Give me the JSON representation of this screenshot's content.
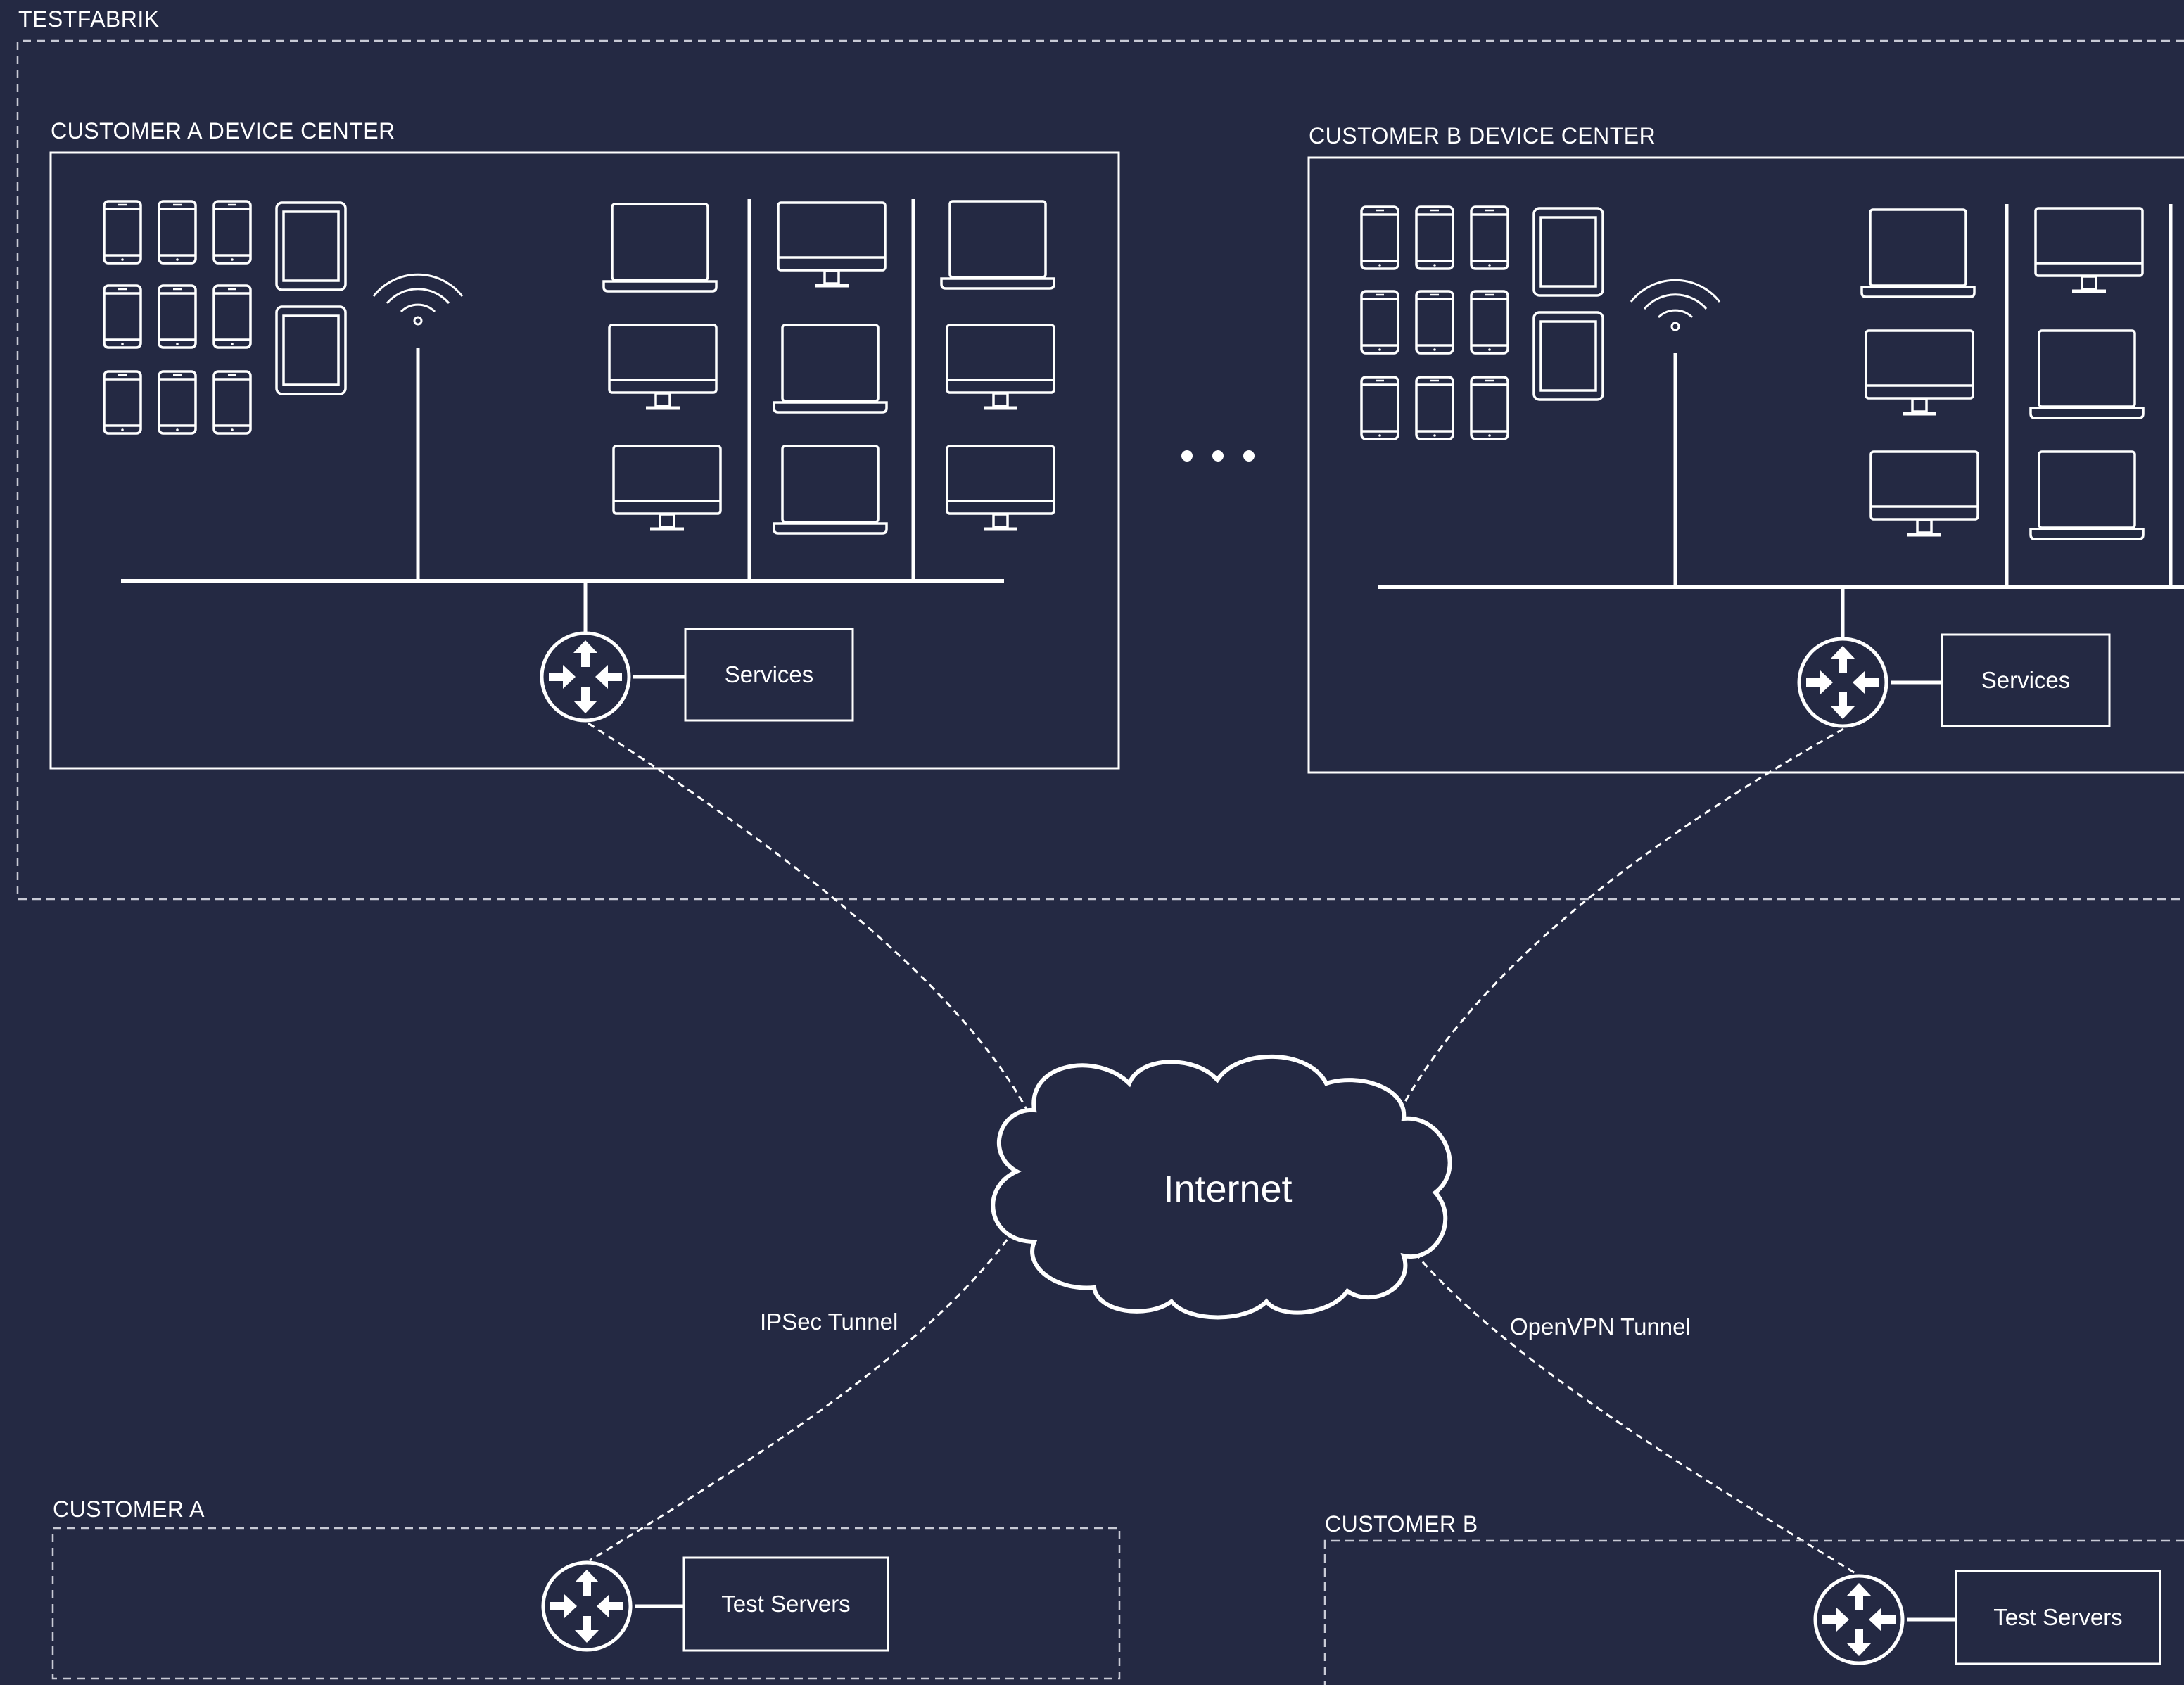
{
  "colors": {
    "background": "#242943",
    "foreground": "#ffffff",
    "muted": "#c9cbd6"
  },
  "labels": {
    "testfabrik": "TESTFABRIK",
    "customer_a_dc": "CUSTOMER A DEVICE CENTER",
    "customer_b_dc": "CUSTOMER B DEVICE CENTER",
    "customer_a": "CUSTOMER A",
    "customer_b": "CUSTOMER B",
    "services_a": "Services",
    "services_b": "Services",
    "test_servers_a": "Test Servers",
    "test_servers_b": "Test Servers",
    "internet": "Internet",
    "ipsec_tunnel": "IPSec Tunnel",
    "openvpn_tunnel": "OpenVPN Tunnel"
  },
  "icons": {
    "phone": "smartphone-icon",
    "tablet": "tablet-icon",
    "laptop": "laptop-icon",
    "desktop": "desktop-monitor-icon",
    "wifi": "wifi-antenna-icon",
    "router": "router-icon",
    "cloud": "cloud-icon",
    "more": "ellipsis-icon"
  },
  "device_centers": [
    {
      "id": "a",
      "racks": [
        [
          "laptop",
          "desktop",
          "desktop"
        ],
        [
          "desktop",
          "laptop",
          "laptop"
        ],
        [
          "laptop",
          "desktop",
          "desktop"
        ]
      ]
    },
    {
      "id": "b",
      "racks": [
        [
          "laptop",
          "desktop",
          "desktop"
        ],
        [
          "desktop",
          "laptop",
          "laptop"
        ]
      ]
    }
  ]
}
